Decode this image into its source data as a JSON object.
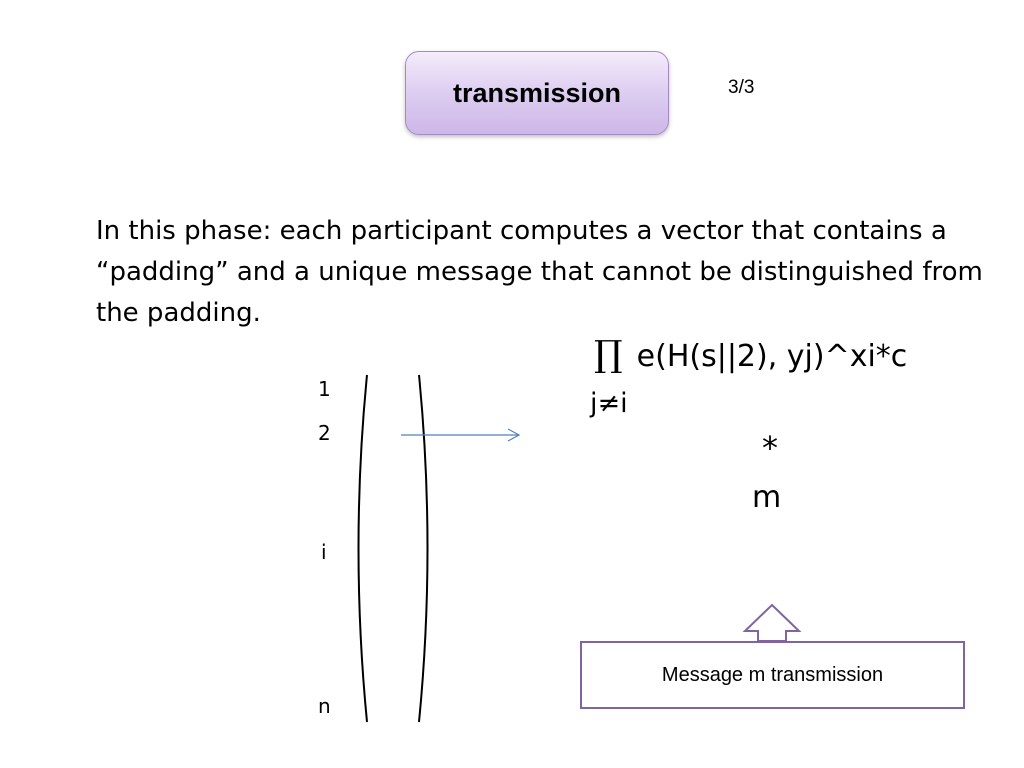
{
  "slide": {
    "title": "transmission",
    "page_number": "3/3",
    "body_text": "In this phase: each participant computes a vector that contains a “padding” and a unique message that cannot be distinguished from the padding."
  },
  "vector": {
    "row_labels": [
      "1",
      "2",
      "i",
      "n"
    ]
  },
  "formula": {
    "product_symbol": "∏",
    "expression": "e(H(s||2), yj)^xi*c",
    "subscript": "j≠i",
    "multiply": "*",
    "message_symbol": "m"
  },
  "callout": {
    "label": "Message m transmission"
  },
  "colors": {
    "title_fill_top": "#f4ecfb",
    "title_fill_bottom": "#cdb7e8",
    "title_border": "#a48bc6",
    "callout_border": "#8064a2",
    "arrow_line": "#4f81bd"
  }
}
